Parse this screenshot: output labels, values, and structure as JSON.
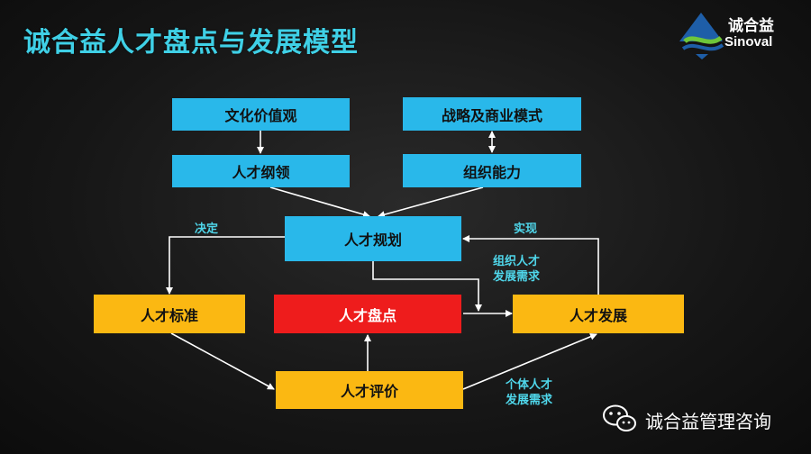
{
  "title": "诚合益人才盘点与发展模型",
  "logo": {
    "cn": "诚合益",
    "en": "Sinoval"
  },
  "nodes": {
    "culture": "文化价值观",
    "strategy": "战略及商业模式",
    "talent_outline": "人才纲领",
    "org_capability": "组织能力",
    "talent_planning": "人才规划",
    "talent_standard": "人才标准",
    "talent_review": "人才盘点",
    "talent_development": "人才发展",
    "talent_evaluation": "人才评价"
  },
  "labels": {
    "decide": "决定",
    "realize": "实现",
    "org_need": [
      "组织人才",
      "发展需求"
    ],
    "individual_need": [
      "个体人才",
      "发展需求"
    ]
  },
  "watermark": "诚合益管理咨询",
  "colors": {
    "title": "#3fd0e6",
    "blue": "#29b8ea",
    "yellow": "#fbb812",
    "red": "#ee1c1c"
  }
}
